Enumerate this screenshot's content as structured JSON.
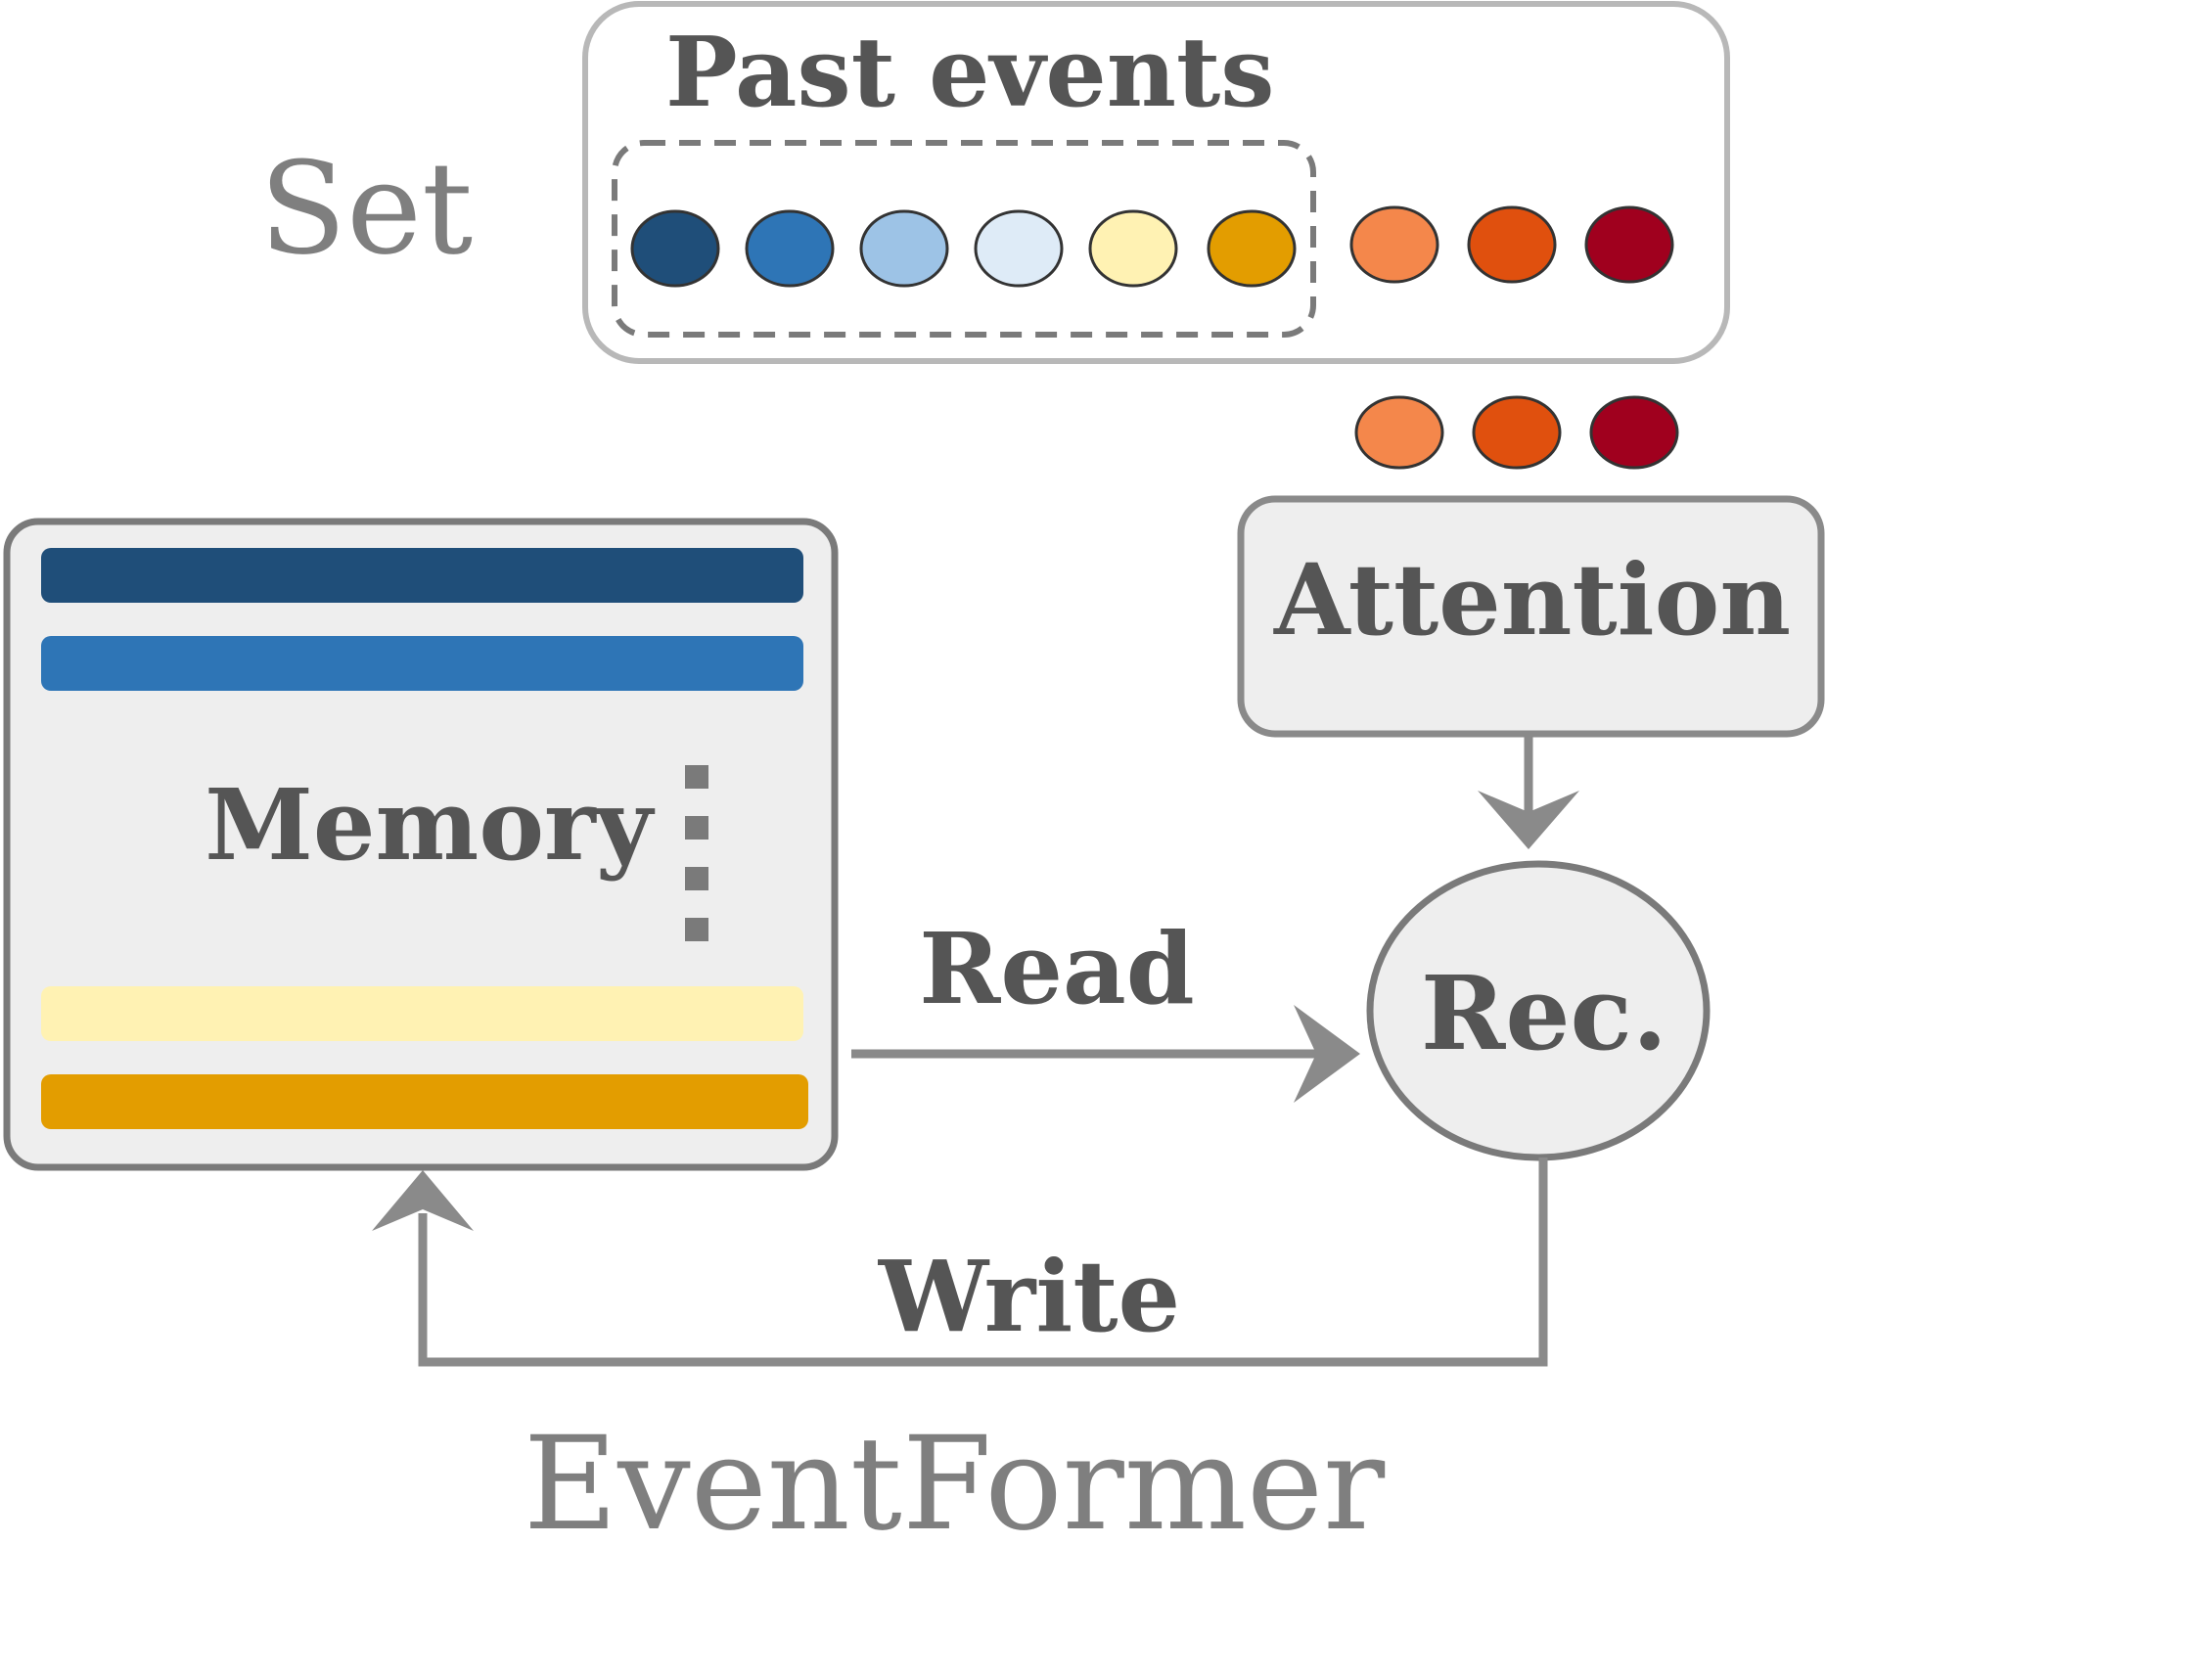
{
  "labels": {
    "set": "Set",
    "past_events": "Past events",
    "attention": "Attention",
    "memory": "Memory",
    "read": "Read",
    "write": "Write",
    "rec": "Rec.",
    "model_name": "EventFormer"
  },
  "colors": {
    "frame_gray": "#8a8a8a",
    "box_fill": "#eeeeee",
    "outer_frame": "#b8b8b8",
    "event_1": "#1f4e79",
    "event_2": "#2e75b6",
    "event_3": "#9dc3e6",
    "event_4": "#deebf7",
    "event_5": "#fff2b3",
    "event_6": "#e39d00",
    "event_7": "#f4874b",
    "event_8": "#e0500e",
    "event_9": "#a0001e"
  },
  "memory_rows": [
    {
      "color": "#1f4e79"
    },
    {
      "color": "#2e75b6"
    },
    {
      "color": "#fff2b3"
    },
    {
      "color": "#e39d00"
    }
  ]
}
